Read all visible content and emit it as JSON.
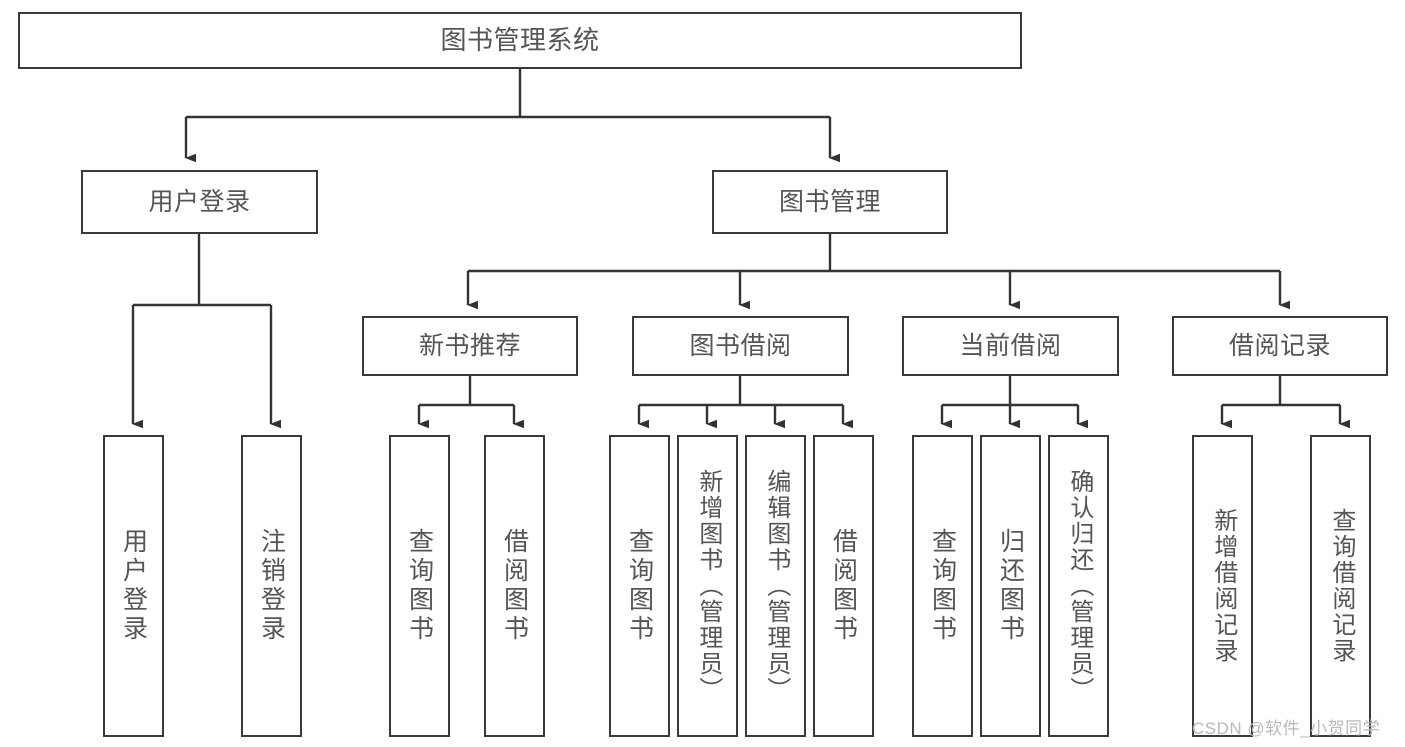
{
  "diagram": {
    "title": "图书管理系统",
    "type": "tree",
    "colors": {
      "box_border": "#3a3a3a",
      "box_fill": "#ffffff",
      "text": "#555555",
      "edge": "#333333",
      "watermark": "#b9b9b9"
    },
    "watermark": "CSDN @软件_小贺同学",
    "nodes": {
      "root": {
        "label": "图书管理系统"
      },
      "level2": [
        {
          "label": "用户登录"
        },
        {
          "label": "图书管理"
        }
      ],
      "level3": [
        {
          "label": "新书推荐"
        },
        {
          "label": "图书借阅"
        },
        {
          "label": "当前借阅"
        },
        {
          "label": "借阅记录"
        }
      ],
      "leaves": {
        "user_login": [
          {
            "label": "用户登录"
          },
          {
            "label": "注销登录"
          }
        ],
        "new_book": [
          {
            "label": "查询图书"
          },
          {
            "label": "借阅图书"
          }
        ],
        "borrow_book": [
          {
            "label": "查询图书"
          },
          {
            "label": "新增图书（管理员）"
          },
          {
            "label": "编辑图书（管理员）"
          },
          {
            "label": "借阅图书"
          }
        ],
        "current_borrow": [
          {
            "label": "查询图书"
          },
          {
            "label": "归还图书"
          },
          {
            "label": "确认归还（管理员）"
          }
        ],
        "borrow_record": [
          {
            "label": "新增借阅记录"
          },
          {
            "label": "查询借阅记录"
          }
        ]
      }
    }
  }
}
